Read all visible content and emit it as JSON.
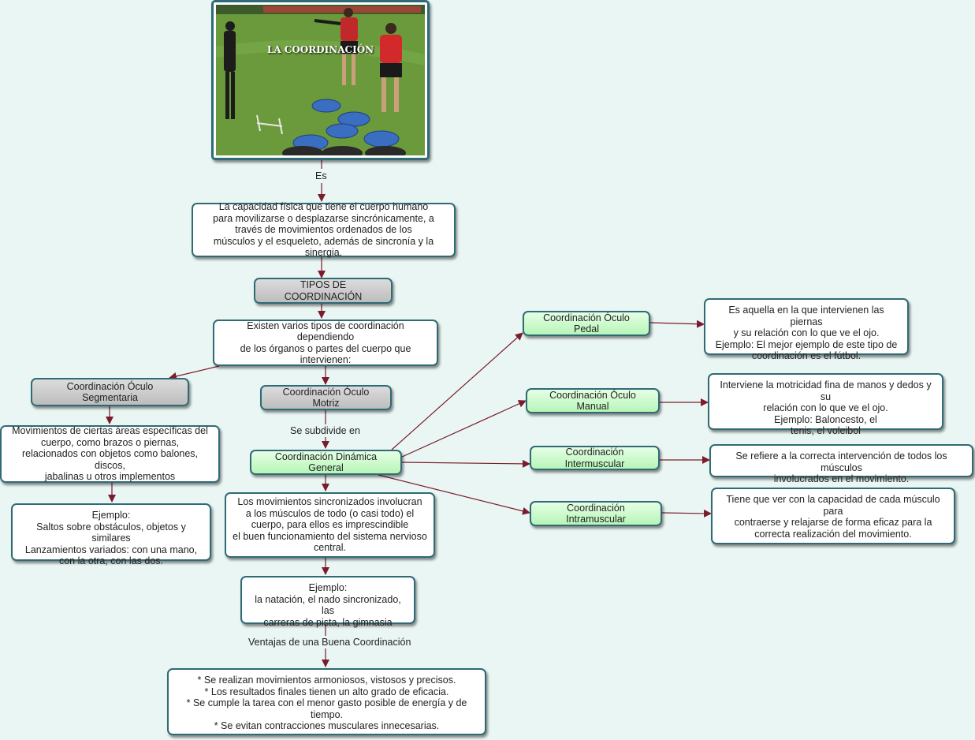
{
  "photo": {
    "title": "LA COORDINACIÓN",
    "icon": "soccer-training-photo"
  },
  "labels": {
    "es": "Es",
    "se_subdivide": "Se subdivide en",
    "ventajas": "Ventajas de una Buena Coordinación"
  },
  "nodes": {
    "definicion": "La capacidad física que tiene el cuerpo humano\npara movilizarse o desplazarse sincrónicamente, a\ntravés de movimientos ordenados de los\nmúsculos y el esqueleto, además de sincronía y la sinergia.",
    "tipos": "TIPOS DE COORDINACIÓN",
    "existen": "Existen varios tipos de coordinación dependiendo\nde los órganos o partes del cuerpo que\nintervienen:",
    "oculo_segmentaria": "Coordinación Óculo Segmentaria",
    "oculo_motriz": "Coordinación Óculo Motriz",
    "segmentaria_desc": "Movimientos de ciertas áreas específicas del\ncuerpo, como brazos o piernas,\nrelacionados con objetos como balones, discos,\njabalinas u otros implementos",
    "segmentaria_ejemplo": "Ejemplo:\nSaltos sobre obstáculos, objetos y similares\nLanzamientos variados: con una mano,\ncon la otra, con las dos.",
    "dinamica_general": "Coordinación Dinámica General",
    "dinamica_desc": "Los movimientos sincronizados involucran\na los músculos de todo (o casi todo) el\ncuerpo, para ellos es imprescindible\nel buen funcionamiento del sistema nervioso\ncentral.",
    "dinamica_ejemplo": "Ejemplo:\nla natación, el nado sincronizado, las\ncarreras de pista, la gimnasia",
    "ventajas_desc": "* Se realizan movimientos armoniosos, vistosos y precisos.\n* Los resultados finales tienen un alto grado de eficacia.\n* Se cumple la tarea con el menor gasto posible de energía y de tiempo.\n* Se evitan contracciones musculares innecesarias.",
    "oculo_pedal": "Coordinación Óculo Pedal",
    "oculo_pedal_desc": "Es aquella en la que intervienen las piernas\ny su relación con lo que ve el ojo.\nEjemplo: El mejor ejemplo de este tipo de\ncoordinación es el fútbol.",
    "oculo_manual": "Coordinación Óculo Manual",
    "oculo_manual_desc": "Interviene la motricidad fina de manos y dedos y su\nrelación con lo que ve el ojo.\nEjemplo:  Baloncesto, el\ntenis, el voleibol",
    "intermuscular": "Coordinación Intermuscular",
    "intermuscular_desc": "Se refiere a la correcta intervención de todos los músculos\ninvolucrados en el movimiento.",
    "intramuscular": "Coordinación Intramuscular",
    "intramuscular_desc": "Tiene que ver con la capacidad de cada músculo para\ncontraerse y relajarse de forma eficaz para la\ncorrecta realización del movimiento."
  },
  "colors": {
    "link": "#7a1c2c",
    "border": "#2f6b75",
    "background": "#eaf6f4",
    "green_node": "#b7f5b7",
    "gray_node": "#c9c9c9"
  }
}
